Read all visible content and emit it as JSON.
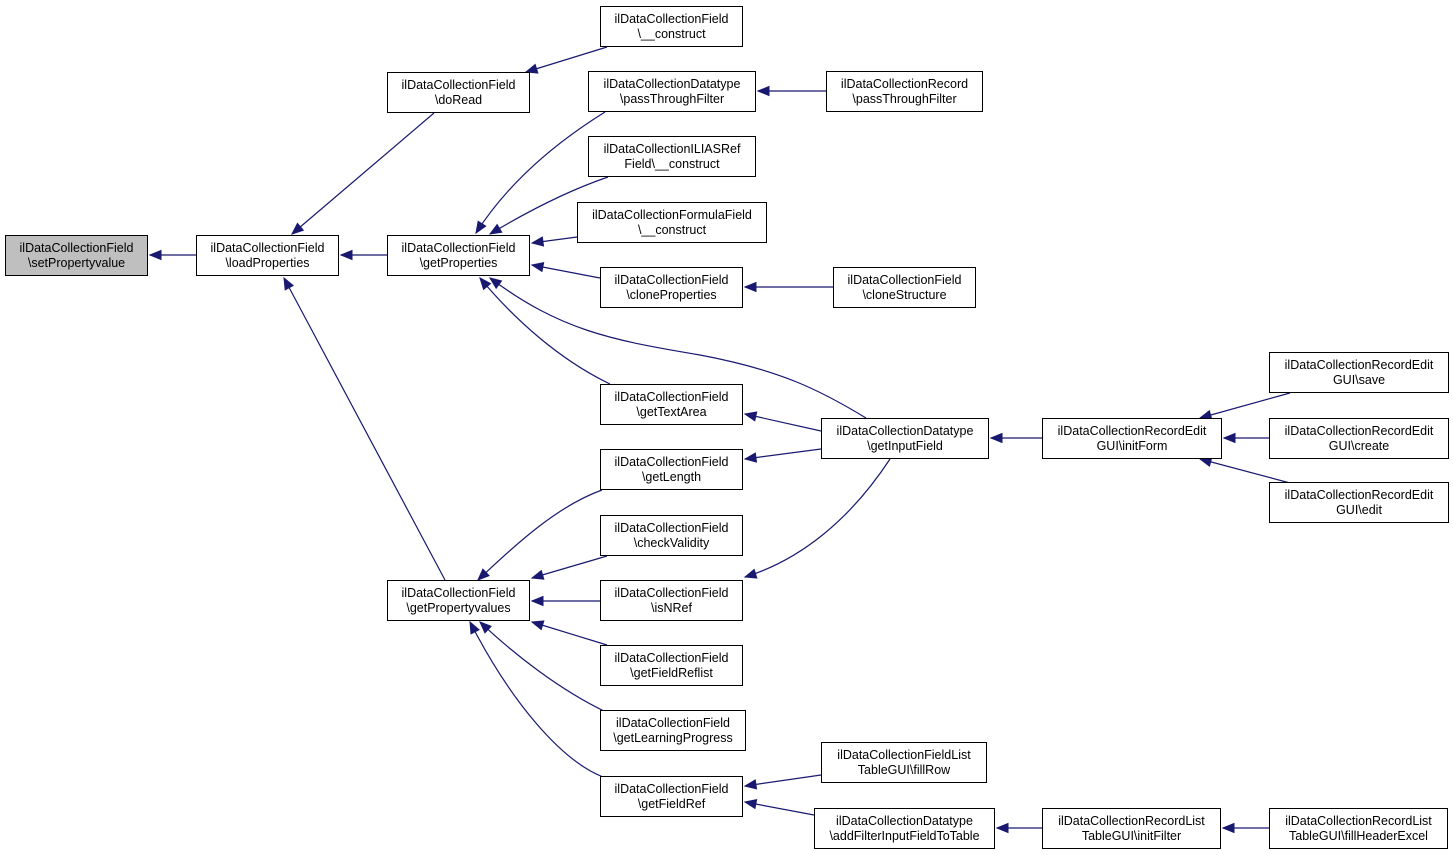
{
  "diagram": {
    "edge_color": "#191970",
    "root_fill": "#bfbfbf",
    "nodes": [
      {
        "id": "setPropertyvalue",
        "line1": "ilDataCollectionField",
        "line2": "\\setPropertyvalue"
      },
      {
        "id": "loadProperties",
        "line1": "ilDataCollectionField",
        "line2": "\\loadProperties"
      },
      {
        "id": "doRead",
        "line1": "ilDataCollectionField",
        "line2": "\\doRead"
      },
      {
        "id": "getProperties",
        "line1": "ilDataCollectionField",
        "line2": "\\getProperties"
      },
      {
        "id": "getPropertyvalues",
        "line1": "ilDataCollectionField",
        "line2": "\\getPropertyvalues"
      },
      {
        "id": "fieldConstruct",
        "line1": "ilDataCollectionField",
        "line2": "\\__construct"
      },
      {
        "id": "dtPassThroughFilter",
        "line1": "ilDataCollectionDatatype",
        "line2": "\\passThroughFilter"
      },
      {
        "id": "recPassThroughFilter",
        "line1": "ilDataCollectionRecord",
        "line2": "\\passThroughFilter"
      },
      {
        "id": "iliasRefConstruct",
        "line1": "ilDataCollectionILIASRef",
        "line2": "Field\\__construct"
      },
      {
        "id": "formulaConstruct",
        "line1": "ilDataCollectionFormulaField",
        "line2": "\\__construct"
      },
      {
        "id": "cloneProperties",
        "line1": "ilDataCollectionField",
        "line2": "\\cloneProperties"
      },
      {
        "id": "cloneStructure",
        "line1": "ilDataCollectionField",
        "line2": "\\cloneStructure"
      },
      {
        "id": "getTextArea",
        "line1": "ilDataCollectionField",
        "line2": "\\getTextArea"
      },
      {
        "id": "getInputField",
        "line1": "ilDataCollectionDatatype",
        "line2": "\\getInputField"
      },
      {
        "id": "initForm",
        "line1": "ilDataCollectionRecordEdit",
        "line2": "GUI\\initForm"
      },
      {
        "id": "save",
        "line1": "ilDataCollectionRecordEdit",
        "line2": "GUI\\save"
      },
      {
        "id": "create",
        "line1": "ilDataCollectionRecordEdit",
        "line2": "GUI\\create"
      },
      {
        "id": "edit",
        "line1": "ilDataCollectionRecordEdit",
        "line2": "GUI\\edit"
      },
      {
        "id": "getLength",
        "line1": "ilDataCollectionField",
        "line2": "\\getLength"
      },
      {
        "id": "checkValidity",
        "line1": "ilDataCollectionField",
        "line2": "\\checkValidity"
      },
      {
        "id": "isNRef",
        "line1": "ilDataCollectionField",
        "line2": "\\isNRef"
      },
      {
        "id": "getFieldReflist",
        "line1": "ilDataCollectionField",
        "line2": "\\getFieldReflist"
      },
      {
        "id": "getLearningProgress",
        "line1": "ilDataCollectionField",
        "line2": "\\getLearningProgress"
      },
      {
        "id": "getFieldRef",
        "line1": "ilDataCollectionField",
        "line2": "\\getFieldRef"
      },
      {
        "id": "fillRow",
        "line1": "ilDataCollectionFieldList",
        "line2": "TableGUI\\fillRow"
      },
      {
        "id": "addFilterInputFieldToTable",
        "line1": "ilDataCollectionDatatype",
        "line2": "\\addFilterInputFieldToTable"
      },
      {
        "id": "initFilter",
        "line1": "ilDataCollectionRecordList",
        "line2": "TableGUI\\initFilter"
      },
      {
        "id": "fillHeaderExcel",
        "line1": "ilDataCollectionRecordList",
        "line2": "TableGUI\\fillHeaderExcel"
      }
    ],
    "edges": [
      {
        "from": "loadProperties",
        "to": "setPropertyvalue"
      },
      {
        "from": "doRead",
        "to": "loadProperties"
      },
      {
        "from": "getProperties",
        "to": "loadProperties"
      },
      {
        "from": "getPropertyvalues",
        "to": "loadProperties"
      },
      {
        "from": "fieldConstruct",
        "to": "doRead"
      },
      {
        "from": "dtPassThroughFilter",
        "to": "getProperties"
      },
      {
        "from": "iliasRefConstruct",
        "to": "getProperties"
      },
      {
        "from": "formulaConstruct",
        "to": "getProperties"
      },
      {
        "from": "cloneProperties",
        "to": "getProperties"
      },
      {
        "from": "getTextArea",
        "to": "getProperties"
      },
      {
        "from": "getInputField",
        "to": "getProperties"
      },
      {
        "from": "recPassThroughFilter",
        "to": "dtPassThroughFilter"
      },
      {
        "from": "cloneStructure",
        "to": "cloneProperties"
      },
      {
        "from": "getInputField",
        "to": "getTextArea"
      },
      {
        "from": "getInputField",
        "to": "getLength"
      },
      {
        "from": "getInputField",
        "to": "isNRef"
      },
      {
        "from": "initForm",
        "to": "getInputField"
      },
      {
        "from": "save",
        "to": "initForm"
      },
      {
        "from": "create",
        "to": "initForm"
      },
      {
        "from": "edit",
        "to": "initForm"
      },
      {
        "from": "getLength",
        "to": "getPropertyvalues"
      },
      {
        "from": "checkValidity",
        "to": "getPropertyvalues"
      },
      {
        "from": "isNRef",
        "to": "getPropertyvalues"
      },
      {
        "from": "getFieldReflist",
        "to": "getPropertyvalues"
      },
      {
        "from": "getLearningProgress",
        "to": "getPropertyvalues"
      },
      {
        "from": "getFieldRef",
        "to": "getPropertyvalues"
      },
      {
        "from": "fillRow",
        "to": "getFieldRef"
      },
      {
        "from": "addFilterInputFieldToTable",
        "to": "getFieldRef"
      },
      {
        "from": "initFilter",
        "to": "addFilterInputFieldToTable"
      },
      {
        "from": "fillHeaderExcel",
        "to": "initFilter"
      }
    ]
  }
}
